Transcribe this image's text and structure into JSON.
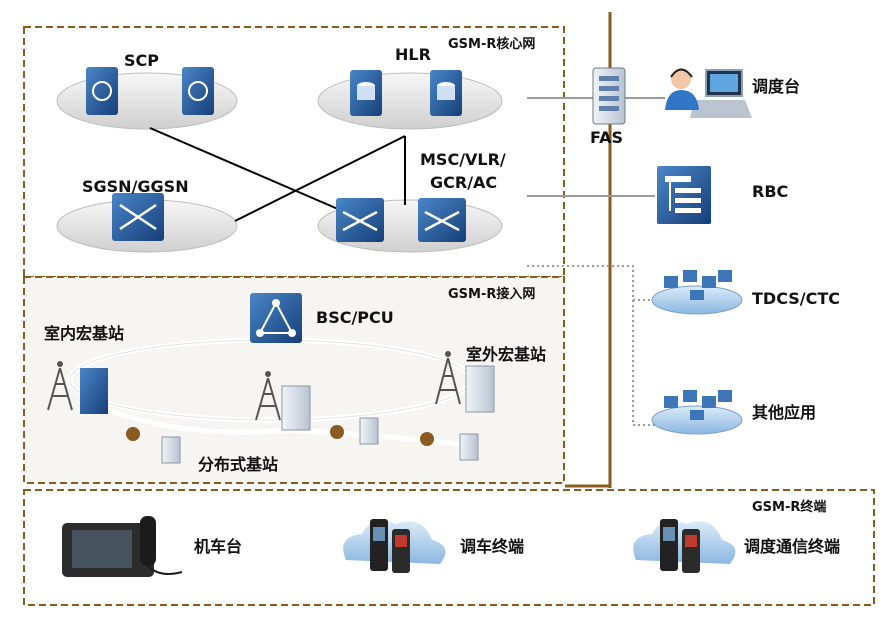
{
  "sections": {
    "core": "GSM-R核心网",
    "access": "GSM-R接入网",
    "terminal": "GSM-R终端"
  },
  "core_nodes": {
    "scp": "SCP",
    "hlr": "HLR",
    "sgsn": "SGSN/GGSN",
    "msc_line1": "MSC/VLR/",
    "msc_line2": "GCR/AC"
  },
  "access_nodes": {
    "bsc": "BSC/PCU",
    "indoor_macro": "室内宏基站",
    "outdoor_macro": "室外宏基站",
    "distributed": "分布式基站"
  },
  "external_nodes": {
    "fas": "FAS",
    "dispatch_desk": "调度台",
    "rbc": "RBC",
    "tdcs": "TDCS/CTC",
    "other_apps": "其他应用"
  },
  "terminals": {
    "locomotive": "机车台",
    "shunting": "调车终端",
    "dispatch_terminal": "调度通信终端"
  },
  "colors": {
    "frame": "#8a5a1e",
    "device_blue": "#1f5fa6",
    "device_light": "#7fb3e0",
    "ellipse": "#e2e2e2",
    "link_gray": "#9a9a9a",
    "link_black": "#000000"
  }
}
